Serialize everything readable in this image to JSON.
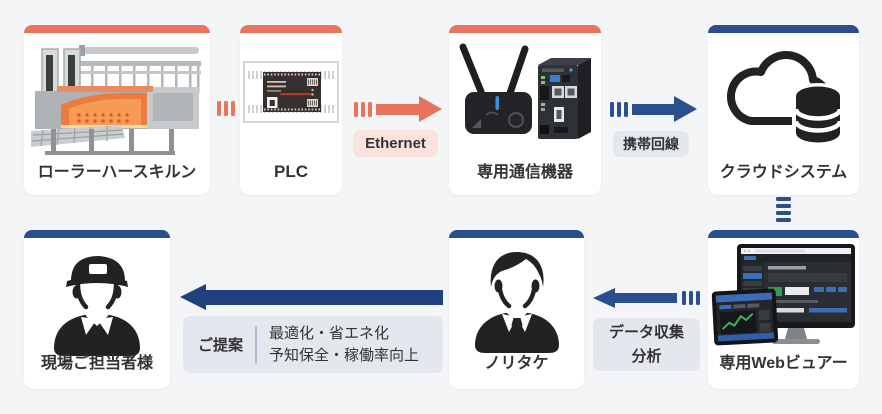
{
  "diagram_title": "roller-hearth-kiln-iot-cloud-monitoring-flow",
  "colors": {
    "background": "#f4f5f6",
    "card": "#ffffff",
    "text": "#333333",
    "orange": "#e8745e",
    "orange_light": "#fae3dd",
    "navy": "#2b4f8e",
    "navy_dark": "#20407e",
    "label_bg": "#e4e7ee",
    "divider": "#b3bdd2"
  },
  "cards": {
    "kiln": {
      "label": "ローラーハースキルン",
      "accent_color": "#e8745e",
      "icon": "roller-hearth-kiln-image"
    },
    "plc": {
      "label": "PLC",
      "accent_color": "#e8745e",
      "icon": "plc-controller-image"
    },
    "comm": {
      "label": "専用通信機器",
      "accent_color": "#e8745e",
      "icon": "communication-device-image"
    },
    "cloud": {
      "label": "クラウドシステム",
      "accent_color": "#2b4f8e",
      "icon": "cloud-database-icon"
    },
    "worker": {
      "label": "現場ご担当者様",
      "accent_color": "#2b4f8e",
      "icon": "site-worker-icon"
    },
    "noritake": {
      "label": "ノリタケ",
      "accent_color": "#2b4f8e",
      "icon": "business-person-icon"
    },
    "viewer": {
      "label": "専用Webビュアー",
      "accent_color": "#2b4f8e",
      "icon": "web-viewer-devices-image"
    }
  },
  "connectors": {
    "ethernet": {
      "label": "Ethernet"
    },
    "mobile": {
      "label": "携帯回線"
    },
    "data_analysis": {
      "line1": "データ収集",
      "line2": "分析"
    },
    "proposal": {
      "title": "ご提案",
      "line1": "最適化・省エネ化",
      "line2": "予知保全・稼働率向上"
    }
  }
}
